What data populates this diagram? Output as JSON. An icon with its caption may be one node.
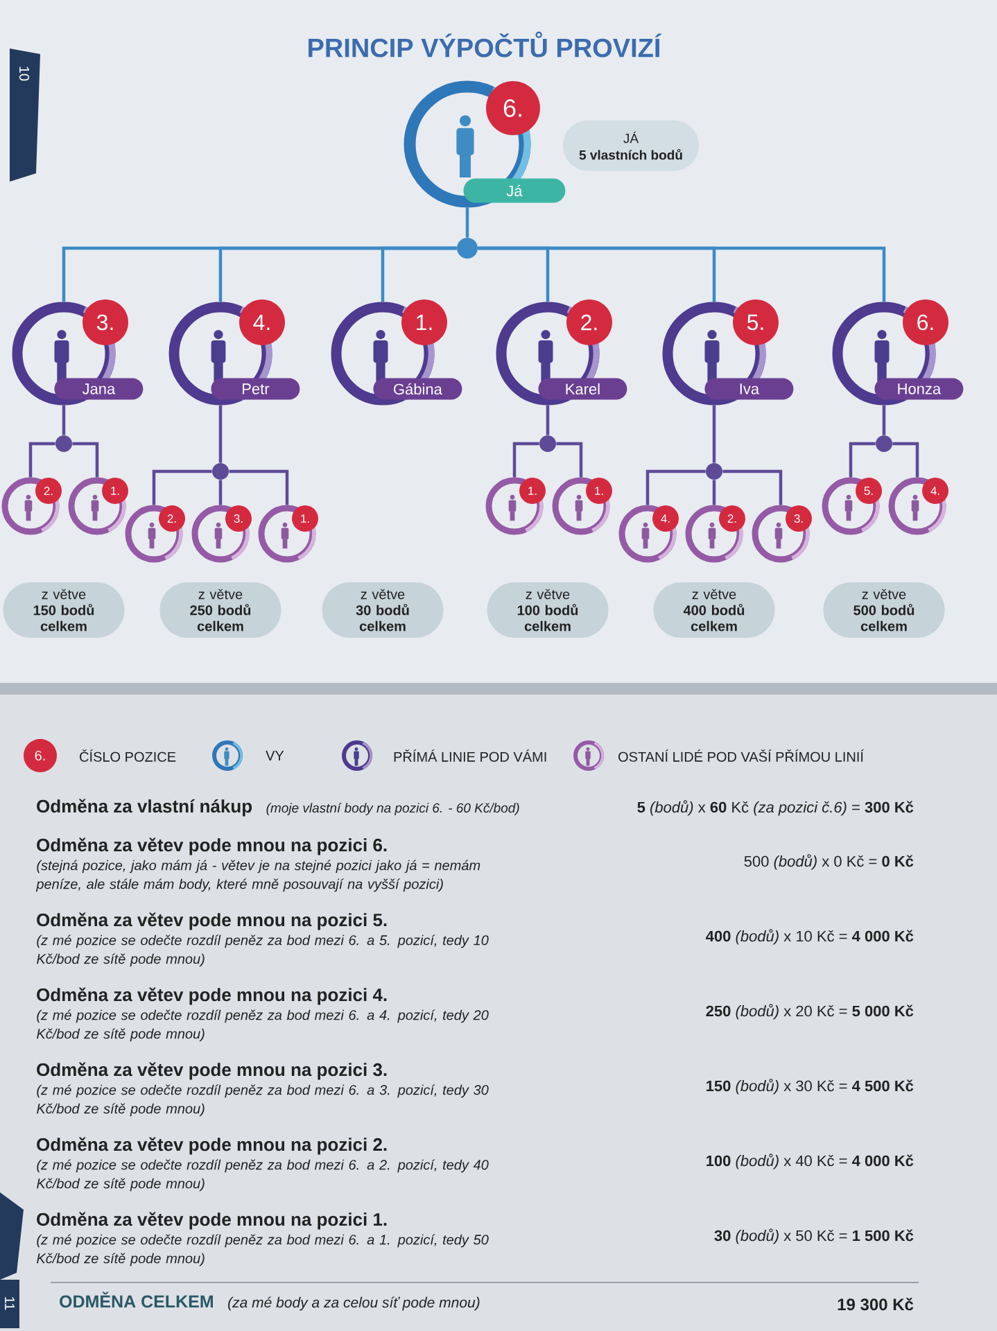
{
  "diagram": {
    "title": "PRINCIP VÝPOČTŮ PROVIZÍ",
    "nodes": [
      {
        "text": [
          "6.",
          "Já"
        ]
      },
      {
        "text": [
          "JÁ",
          "5 vlastních bodů"
        ]
      },
      {
        "text": [],
        "shape": "circle"
      },
      {
        "text": [
          "3.",
          "Jana"
        ]
      },
      {
        "text": [
          "4.",
          "Petr"
        ]
      },
      {
        "text": [
          "1.",
          "Gábina"
        ]
      },
      {
        "text": [
          "2.",
          "Karel"
        ]
      },
      {
        "text": [
          "5.",
          "Iva"
        ]
      },
      {
        "text": [
          "6.",
          "Honza"
        ]
      },
      {
        "text": [],
        "shape": "circle"
      },
      {
        "text": [],
        "shape": "circle"
      },
      {
        "text": [],
        "shape": "circle"
      },
      {
        "text": [],
        "shape": "circle"
      },
      {
        "text": [],
        "shape": "circle"
      },
      {
        "text": [
          "2."
        ]
      },
      {
        "text": [
          "1."
        ]
      },
      {
        "text": [
          "2."
        ]
      },
      {
        "text": [
          "3."
        ]
      },
      {
        "text": [
          "1."
        ]
      },
      {
        "text": [
          "1."
        ]
      },
      {
        "text": [
          "1."
        ]
      },
      {
        "text": [
          "4."
        ]
      },
      {
        "text": [
          "2."
        ]
      },
      {
        "text": [
          "3."
        ]
      },
      {
        "text": [
          "5."
        ]
      },
      {
        "text": [
          "4."
        ]
      },
      {
        "text": [
          "z větve **150 bodů celkem**"
        ]
      },
      {
        "text": [
          "z větve **250 bodů celkem**"
        ]
      },
      {
        "text": [
          "z větve **30 bodů celkem**"
        ]
      },
      {
        "text": [
          "z větve **100 bodů celkem**"
        ]
      },
      {
        "text": [
          "z větve **400 bodů celkem**"
        ]
      },
      {
        "text": [
          "z větve **500 bodů celkem**"
        ]
      }
    ],
    "edges": [
      {
        "from": 0,
        "to": 2,
        "arrow": "none",
        "color": "#3d8ac6"
      },
      {
        "from": 2,
        "to": 3,
        "arrow": "none",
        "color": "#3d8ac6"
      },
      {
        "from": 2,
        "to": 4,
        "arrow": "none",
        "color": "#3d8ac6"
      },
      {
        "from": 2,
        "to": 5,
        "arrow": "none",
        "color": "#3d8ac6"
      },
      {
        "from": 2,
        "to": 6,
        "arrow": "none",
        "color": "#3d8ac6"
      },
      {
        "from": 2,
        "to": 7,
        "arrow": "none",
        "color": "#3d8ac6"
      },
      {
        "from": 2,
        "to": 8,
        "arrow": "none",
        "color": "#3d8ac6"
      },
      {
        "from": 3,
        "to": 9,
        "arrow": "none"
      },
      {
        "from": 4,
        "to": 10,
        "arrow": "none"
      },
      {
        "from": 6,
        "to": 11,
        "arrow": "none"
      },
      {
        "from": 7,
        "to": 12,
        "arrow": "none"
      },
      {
        "from": 8,
        "to": 13,
        "arrow": "none"
      },
      {
        "from": 9,
        "to": 14,
        "arrow": "none"
      },
      {
        "from": 9,
        "to": 15,
        "arrow": "none"
      },
      {
        "from": 10,
        "to": 16,
        "arrow": "none"
      },
      {
        "from": 10,
        "to": 17,
        "arrow": "none"
      },
      {
        "from": 10,
        "to": 18,
        "arrow": "none"
      },
      {
        "from": 11,
        "to": 19,
        "arrow": "none"
      },
      {
        "from": 11,
        "to": 20,
        "arrow": "none"
      },
      {
        "from": 12,
        "to": 21,
        "arrow": "none"
      },
      {
        "from": 12,
        "to": 22,
        "arrow": "none"
      },
      {
        "from": 12,
        "to": 23,
        "arrow": "none"
      },
      {
        "from": 13,
        "to": 24,
        "arrow": "none"
      },
      {
        "from": 13,
        "to": 25,
        "arrow": "none"
      }
    ],
    "labels": [
      "10",
      "6.",
      "Odměna za vlastní nákup",
      "(moje vlastní body na pozici 6. - 60 Kč/bod)",
      "**5** *(bodů)* x **60** Kč *(za pozici č.6)* = **300 Kč**",
      "Odměna za větev pode mnou na pozici 6.",
      "(stejná pozice, jako mám já - větev je na stejné pozici jako já = nemám peníze, ale stále mám body, které mně posouvají na vyšší pozici)",
      "500 *(bodů)* x 0 Kč = **0 Kč**",
      "Odměna za větev pode mnou na pozici 5.",
      "(z mé pozice se odečte rozdíl peněz za bod mezi 6. a 5. pozicí, tedy 10 Kč/bod ze sítě pode mnou)",
      "**400** *(bodů)* x 10 Kč = **4 000 Kč**",
      "Odměna za větev pode mnou na pozici 4.",
      "(z mé pozice se odečte rozdíl peněz za bod mezi 6. a 4. pozicí, tedy 20 Kč/bod ze sítě pode mnou)",
      "**250** *(bodů)* x 20 Kč = **5 000 Kč**",
      "Odměna za větev pode mnou na pozici 3.",
      "(z mé pozice se odečte rozdíl peněz za bod mezi 6. a 3. pozicí, tedy 30 Kč/bod ze sítě pode mnou)",
      "**150** *(bodů)* x 30 Kč = **4 500 Kč**",
      "Odměna za větev pode mnou na pozici 2.",
      "(z mé pozice se odečte rozdíl peněz za bod mezi 6. a 2. pozicí, tedy 40 Kč/bod ze sítě pode mnou)",
      "**100** *(bodů)* x 40 Kč = **4 000 Kč**",
      "Odměna za větev pode mnou na pozici 1.",
      "(z mé pozice se odečte rozdíl peněz za bod mezi 6. a 1. pozicí, tedy 50 Kč/bod ze sítě pode mnou)",
      "**30** *(bodů)* x 50 Kč = **1 500 Kč**",
      "11",
      "ODMĚNA CELKEM",
      "(za mé body a za celou síť pode mnou)",
      "19 300 Kč"
    ],
    "legend": [
      {
        "text": "ČÍSLO POZICE"
      },
      {
        "text": "VY"
      },
      {
        "text": "PŘÍMÁ LINIE POD VÁMI"
      },
      {
        "text": "OSTANÍ LIDÉ POD VAŠÍ PŘÍMOU LINIÍ"
      }
    ]
  }
}
